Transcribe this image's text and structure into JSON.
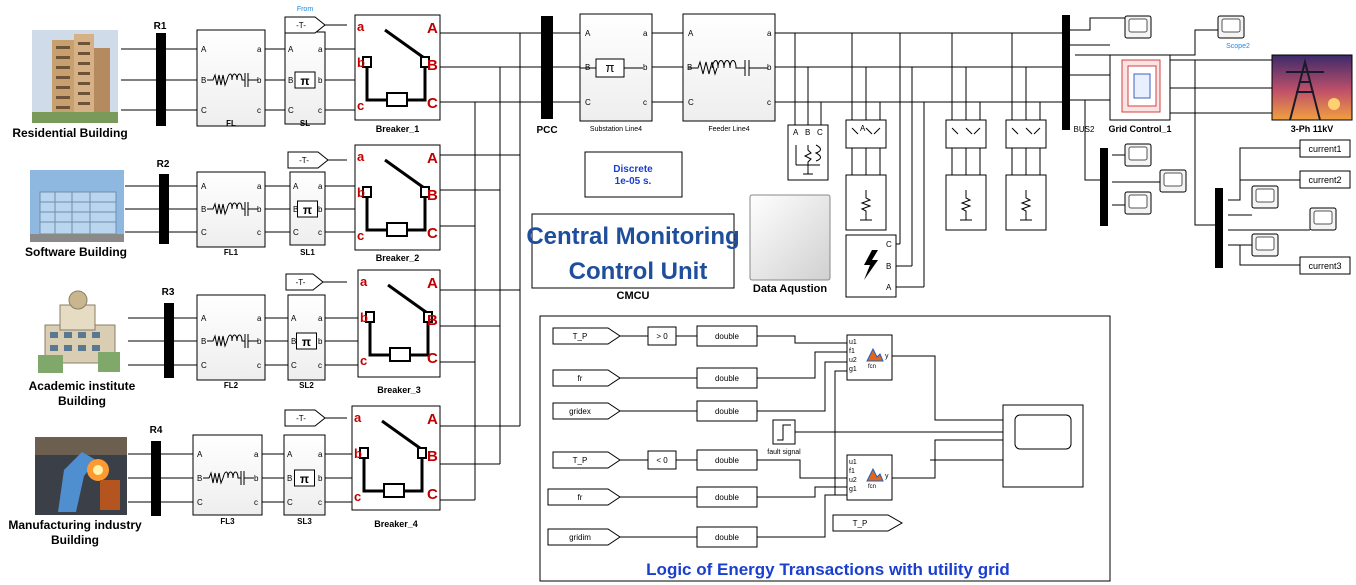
{
  "buildings": [
    {
      "name": "Residential Building",
      "bus": "R1",
      "fl": "FL",
      "sl": "SL",
      "breaker": "Breaker_1",
      "from": "-T-"
    },
    {
      "name": "Software Building",
      "bus": "R2",
      "fl": "FL1",
      "sl": "SL1",
      "breaker": "Breaker_2",
      "from": "-T-"
    },
    {
      "name": "Academic institute\nBuilding",
      "bus": "R3",
      "fl": "FL2",
      "sl": "SL2",
      "breaker": "Breaker_3",
      "from": "-T-"
    },
    {
      "name": "Manufacturing industry\nBuilding",
      "bus": "R4",
      "fl": "FL3",
      "sl": "SL3",
      "breaker": "Breaker_4",
      "from": "-T-"
    }
  ],
  "from_label": "From",
  "pi_symbol": "π",
  "ports": {
    "A": "A",
    "B": "B",
    "C": "C",
    "a": "a",
    "b": "b",
    "c": "c"
  },
  "pcc": "PCC",
  "substation_line": "Substation Line4",
  "feeder_line": "Feeder Line4",
  "bus2": "BUS2",
  "grid_control": "Grid Control_1",
  "grid_source": "3-Ph 11kV",
  "scope2": "Scope2",
  "currents": [
    "current1",
    "current2",
    "current3"
  ],
  "powergui": {
    "line1": "Discrete",
    "line2": "1e-05 s."
  },
  "cmcu": {
    "line1": "Central Monitoring",
    "line2": "Control Unit",
    "caption": "CMCU"
  },
  "data_acq": "Data Aqustion",
  "logic": {
    "title": "Logic of Energy Transactions with utility grid",
    "tag1": "T_P",
    "cmp1": "> 0",
    "fr1": "fr",
    "gridex": "gridex",
    "tag2": "T_P",
    "cmp2": "< 0",
    "fr2": "fr",
    "gridim": "gridim",
    "double": "double",
    "fault": "fault signal",
    "fcn_ports": [
      "u1",
      "f1",
      "u2",
      "g1"
    ],
    "fcn_out": "y",
    "fcn_name": "fcn",
    "goto": "T_P"
  },
  "colors": {
    "accent_red": "#c00000",
    "title_blue": "#1a3fcf",
    "cmcu_blue": "#1f4e9c",
    "scope_blue": "#1e88e5"
  }
}
